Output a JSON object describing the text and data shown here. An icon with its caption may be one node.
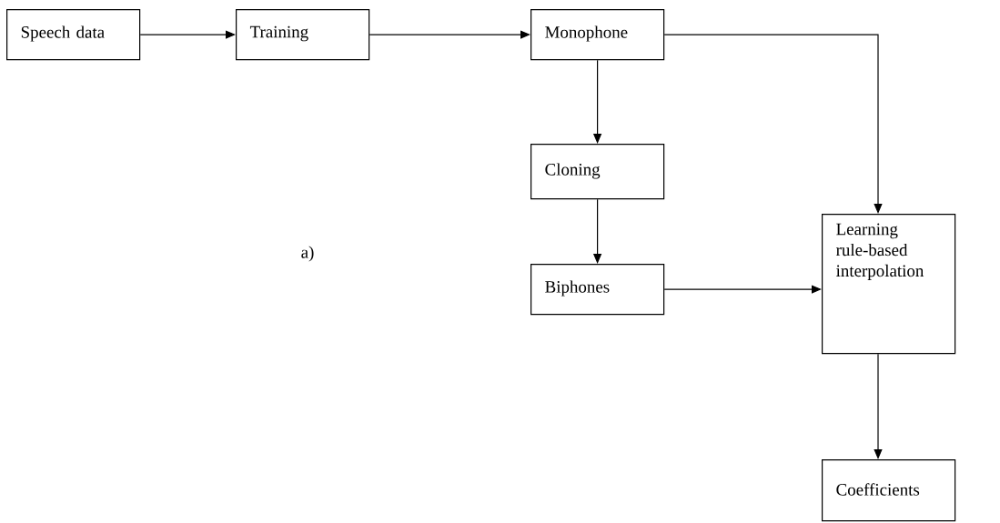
{
  "diagram": {
    "nodes": [
      {
        "text": [
          "Speech data"
        ]
      },
      {
        "text": [
          "Training"
        ]
      },
      {
        "text": [
          "Monophone"
        ]
      },
      {
        "text": [
          "Cloning"
        ]
      },
      {
        "text": [
          "Biphones"
        ]
      },
      {
        "text": [
          "Learning rule-based interpolation"
        ]
      },
      {
        "text": [
          "Coefficients"
        ]
      }
    ],
    "edges": [
      {
        "from": 0,
        "to": 1,
        "arrow": "to"
      },
      {
        "from": 1,
        "to": 2,
        "arrow": "to"
      },
      {
        "from": 2,
        "to": 3,
        "arrow": "to"
      },
      {
        "from": 3,
        "to": 4,
        "arrow": "to"
      },
      {
        "from": 2,
        "to": 5,
        "arrow": "to"
      },
      {
        "from": 4,
        "to": 5,
        "arrow": "to"
      },
      {
        "from": 5,
        "to": 6,
        "arrow": "to"
      }
    ],
    "labels": [
      "a)"
    ]
  }
}
